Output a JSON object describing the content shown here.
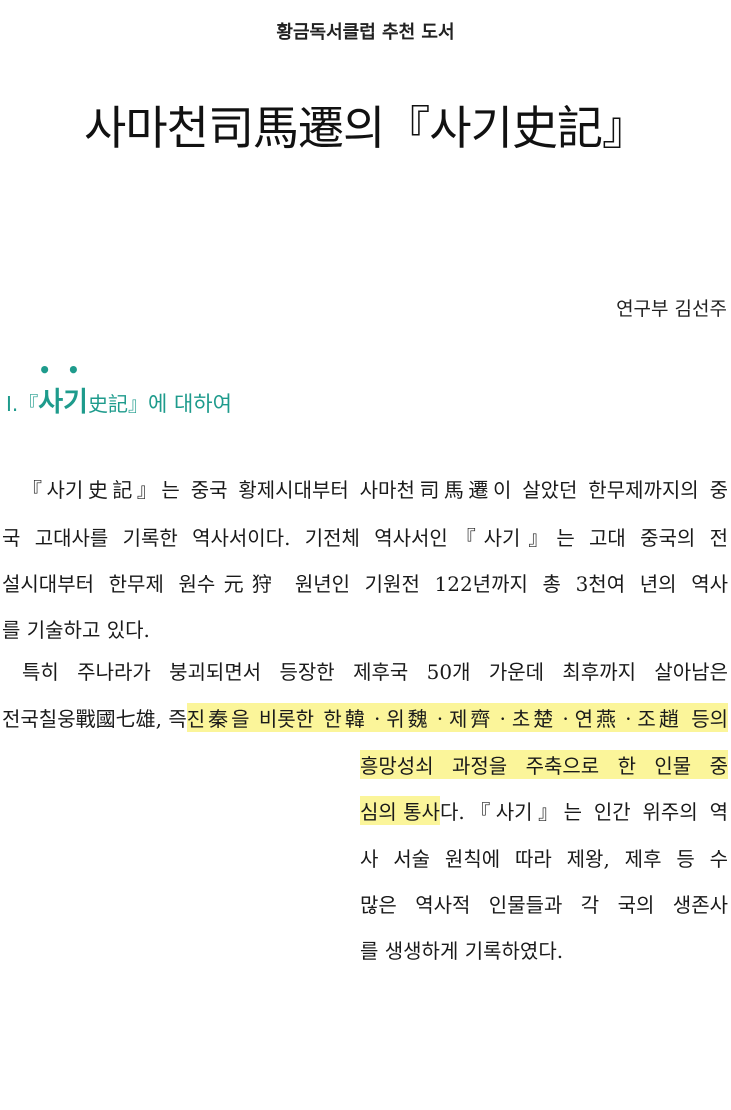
{
  "header": {
    "text": "황금독서클럽 추천 도서"
  },
  "title": {
    "text": "사마천司馬遷의『사기史記』"
  },
  "author": {
    "text": "연구부 김선주"
  },
  "section": {
    "number": "Ⅰ.",
    "open_bracket": "『",
    "main": "사기",
    "dots": "••",
    "hanja": "史記』",
    "rest": "에 대하여"
  },
  "body": {
    "p1": [
      "『사기史記』는 중국 황제시대부터 사마천司馬遷이 살았던 한무제까지의 중",
      "국 고대사를 기록한 역사서이다. 기전체 역사서인『사기』는 고대 중국의 전",
      "설시대부터 한무제 원수元狩 원년인 기원전 122년까지 총 3천여 년의 역사",
      "를 기술하고 있다."
    ],
    "p2": {
      "line1": "특히 주나라가 붕괴되면서 등장한 제후국 50개 가운데 최후까지 살아남은",
      "line2_plain": "전국칠웅戰國七雄, 즉 ",
      "line2_highlight": "진秦을 비롯한 한韓ㆍ위魏ㆍ제齊ㆍ초楚ㆍ연燕ㆍ조趙 등의",
      "line3_highlight": "흥망성쇠 과정을 주축으로 한 인물 중",
      "line4_highlight": "심의 통사",
      "line4_plain": "다.『사기』는 인간 위주의 역",
      "line5": "사 서술 원칙에 따라 제왕, 제후 등 수",
      "line6": "많은 역사적 인물들과 각 국의 생존사",
      "line7": "를 생생하게 기록하였다."
    }
  }
}
